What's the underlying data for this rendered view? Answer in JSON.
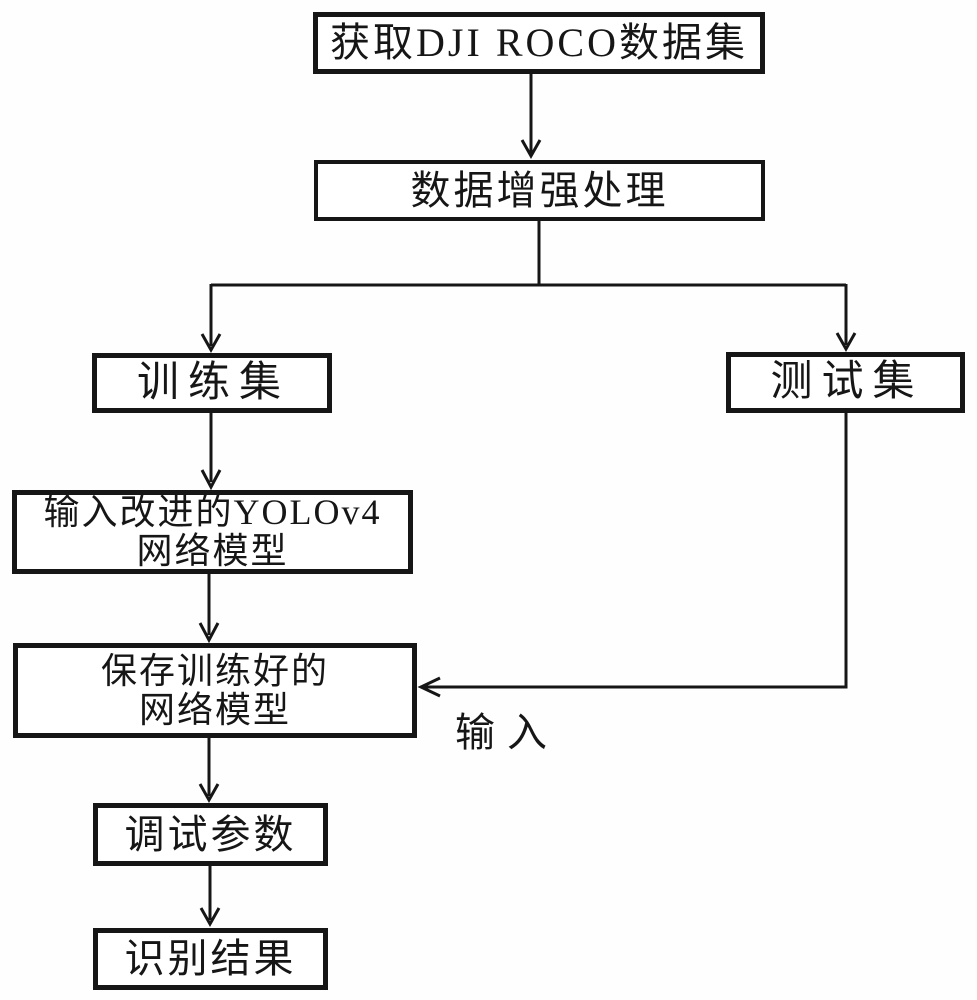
{
  "colors": {
    "background": "#fefefe",
    "ink": "#161616"
  },
  "nodes": {
    "acquire_dataset": {
      "label": "获取DJI ROCO数据集"
    },
    "data_augmentation": {
      "label": "数据增强处理"
    },
    "training_set": {
      "label": "训练集"
    },
    "test_set": {
      "label": "测试集"
    },
    "yolo_model_input": {
      "line1": "输入改进的YOLOv4",
      "line2": "网络模型"
    },
    "save_trained_model": {
      "line1": "保存训练好的",
      "line2": "网络模型"
    },
    "tune_parameters": {
      "label": "调试参数"
    },
    "recognition_result": {
      "label": "识别结果"
    }
  },
  "edge_labels": {
    "test_input": "输入"
  },
  "edges": [
    {
      "from": "acquire_dataset",
      "to": "data_augmentation",
      "arrow": true
    },
    {
      "from": "data_augmentation",
      "to": "training_set",
      "arrow": true
    },
    {
      "from": "data_augmentation",
      "to": "test_set",
      "arrow": true
    },
    {
      "from": "training_set",
      "to": "yolo_model_input",
      "arrow": true
    },
    {
      "from": "yolo_model_input",
      "to": "save_trained_model",
      "arrow": true
    },
    {
      "from": "test_set",
      "to": "save_trained_model",
      "arrow": true,
      "label": "输入"
    },
    {
      "from": "save_trained_model",
      "to": "tune_parameters",
      "arrow": true
    },
    {
      "from": "tune_parameters",
      "to": "recognition_result",
      "arrow": true
    }
  ]
}
